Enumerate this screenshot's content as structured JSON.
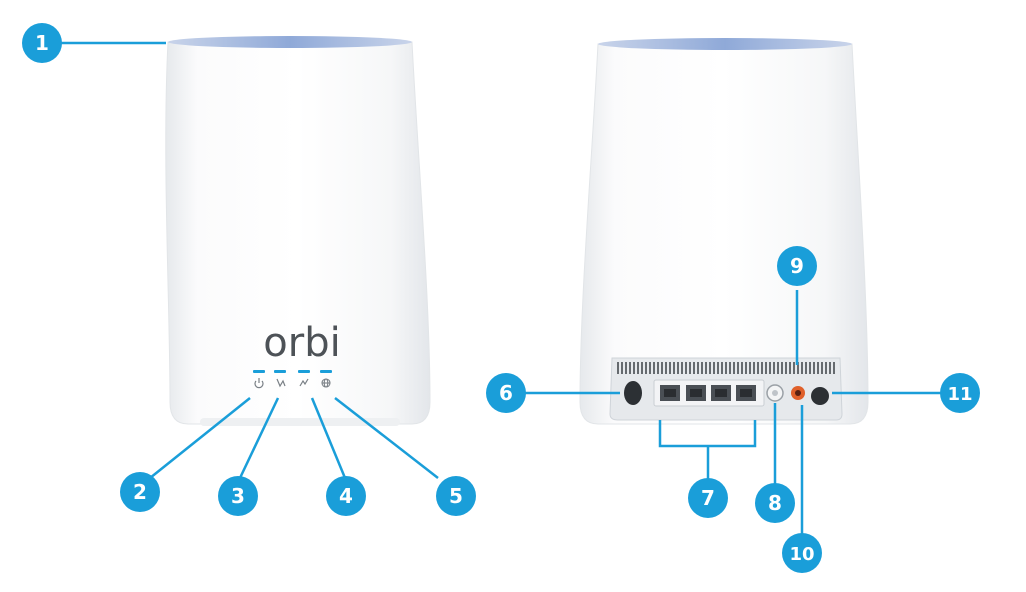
{
  "brand": {
    "logo_text": "orbi"
  },
  "colors": {
    "callout": "#1a9ed9",
    "device_body": "#ffffff",
    "device_shade": "#e8ebee",
    "top_glow": "#8fa9d8",
    "led": "#1a9ed9",
    "panel": "#e9ecef",
    "port": "#4a4f55",
    "power_jack": "#e0602a"
  },
  "callouts": [
    {
      "number": "1"
    },
    {
      "number": "2"
    },
    {
      "number": "3"
    },
    {
      "number": "4"
    },
    {
      "number": "5"
    },
    {
      "number": "6"
    },
    {
      "number": "7"
    },
    {
      "number": "8"
    },
    {
      "number": "9"
    },
    {
      "number": "10"
    },
    {
      "number": "11"
    }
  ],
  "front_icons": [
    "power-icon",
    "wan-icon",
    "sync-signal-icon",
    "internet-globe-icon"
  ]
}
